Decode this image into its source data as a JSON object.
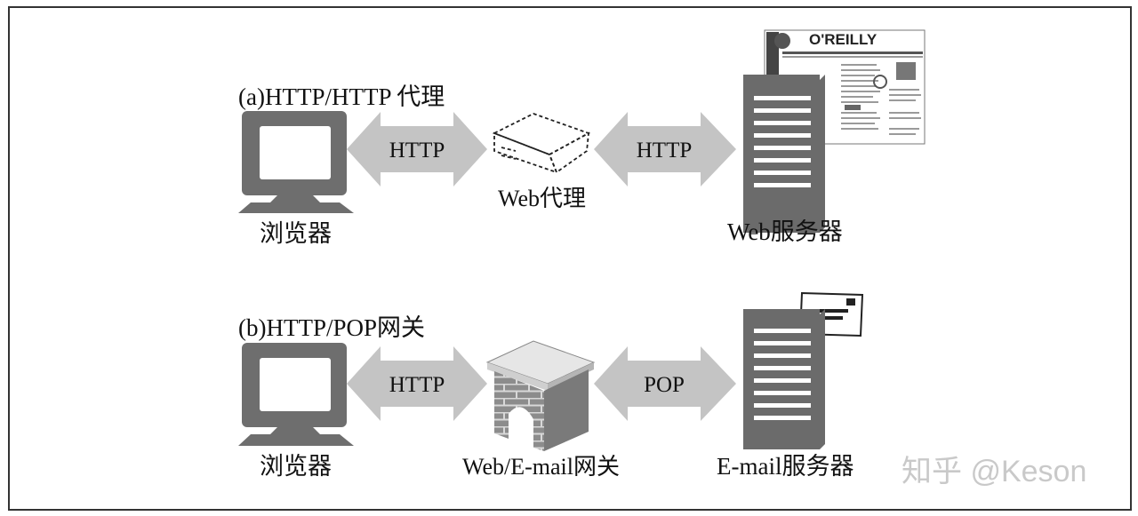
{
  "diagram": {
    "row_a": {
      "title": "(a)HTTP/HTTP 代理",
      "client_label": "浏览器",
      "arrow_left_label": "HTTP",
      "middle_label": "Web代理",
      "arrow_right_label": "HTTP",
      "server_label": "Web服务器",
      "webpage_logo": "O'REILLY"
    },
    "row_b": {
      "title": "(b)HTTP/POP网关",
      "client_label": "浏览器",
      "arrow_left_label": "HTTP",
      "middle_label": "Web/E-mail网关",
      "arrow_right_label": "POP",
      "server_label": "E-mail服务器"
    },
    "watermark": "知乎 @Keson"
  },
  "colors": {
    "frame": "#333333",
    "monitor": "#6e6e6e",
    "arrow": "#c4c4c4",
    "server": "#6b6b6b",
    "gateway": "#8a8a8a"
  }
}
